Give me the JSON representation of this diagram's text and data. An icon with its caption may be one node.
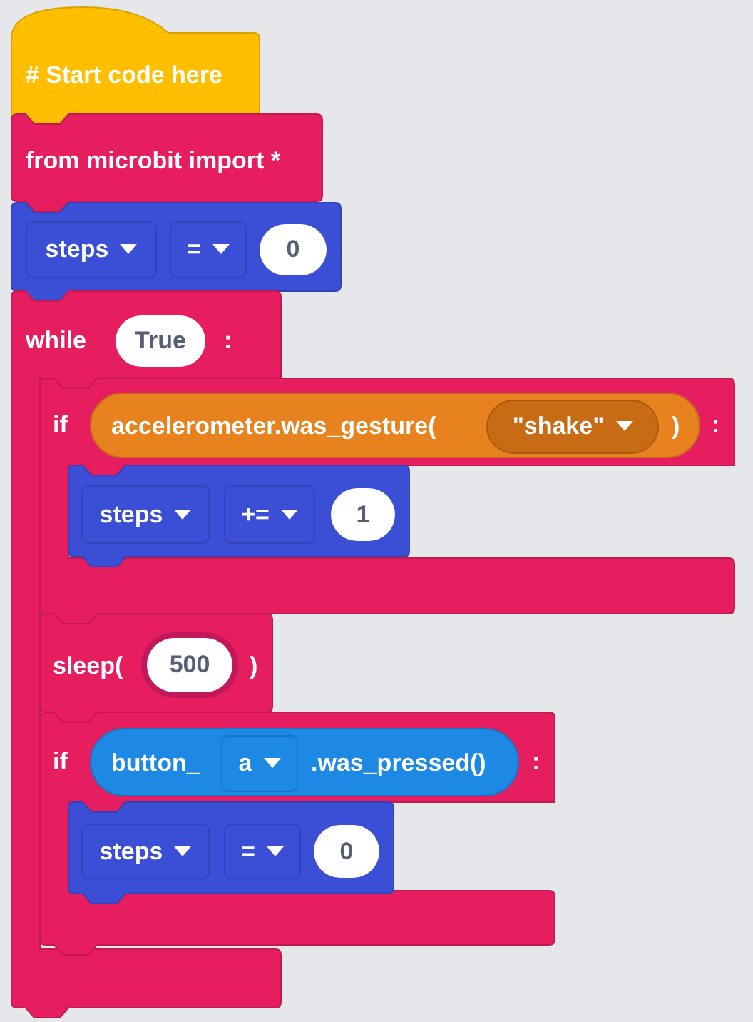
{
  "diagram": {
    "nodes": [
      {
        "text": [
          "# Start code here"
        ]
      },
      {
        "text": [
          "from microbit import *"
        ]
      },
      {
        "text": [],
        "shape": "box"
      },
      {
        "text": [
          "steps"
        ],
        "in": 2
      },
      {
        "text": [
          "="
        ],
        "in": 2
      },
      {
        "text": [
          "0"
        ],
        "in": 2
      },
      {
        "text": [
          "while",
          ":"
        ]
      },
      {
        "text": [
          "True"
        ],
        "in": 6
      },
      {
        "text": [
          "if",
          ":"
        ]
      },
      {
        "text": [
          "accelerometer.was_gesture(",
          ")"
        ],
        "in": 8
      },
      {
        "text": [
          "\"shake\""
        ],
        "in": 9
      },
      {
        "text": [],
        "shape": "box",
        "in": 8
      },
      {
        "text": [
          "steps"
        ],
        "in": 11
      },
      {
        "text": [
          "+="
        ],
        "in": 11
      },
      {
        "text": [
          "1"
        ],
        "in": 11
      },
      {
        "text": [
          "sleep(",
          ")"
        ],
        "in": 6
      },
      {
        "text": [
          "500"
        ],
        "in": 15
      },
      {
        "text": [
          "if",
          ":"
        ]
      },
      {
        "text": [
          "button_",
          ".was_pressed()"
        ],
        "in": 17
      },
      {
        "text": [
          "a"
        ],
        "in": 18
      },
      {
        "text": [],
        "shape": "box",
        "in": 17
      },
      {
        "text": [
          "steps"
        ],
        "in": 20
      },
      {
        "text": [
          "="
        ],
        "in": 20
      },
      {
        "text": [
          "0"
        ],
        "in": 20
      }
    ]
  }
}
